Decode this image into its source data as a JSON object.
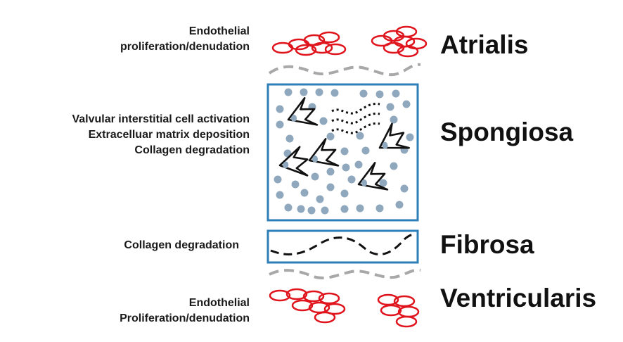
{
  "left_annotations": {
    "atrialis": [
      "Endothelial",
      "proliferation/denudation"
    ],
    "spongiosa": [
      "Valvular interstitial cell activation",
      "Extracelluar matrix deposition",
      "Collagen degradation"
    ],
    "fibrosa": [
      "Collagen degradation"
    ],
    "ventricularis": [
      "Endothelial",
      "Proliferation/denudation"
    ]
  },
  "layers": {
    "atrialis": "Atrialis",
    "spongiosa": "Spongiosa",
    "fibrosa": "Fibrosa",
    "ventricularis": "Ventricularis"
  },
  "colors": {
    "endothelial_cell": "#e0141c",
    "box_border": "#2e7fb8",
    "dot": "#8fa8bd",
    "basement_membrane": "#a8a8a8",
    "collagen_fiber": "#111111"
  }
}
